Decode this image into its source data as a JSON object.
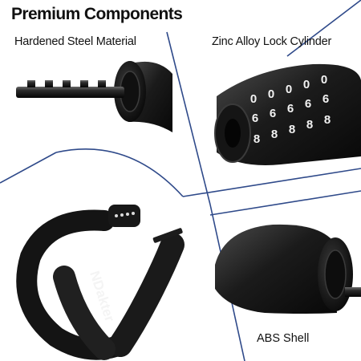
{
  "heading": "Premium Components",
  "labels": {
    "top_left": "Hardened Steel Material",
    "top_right": "Zinc Alloy Lock Cylinder",
    "bottom_right": "ABS Shell"
  },
  "brand_text": "NDakter",
  "combination_digits": [
    "0",
    "0",
    "0",
    "0",
    "0"
  ],
  "dial_rows": [
    [
      "0",
      "0",
      "0",
      "0",
      "0"
    ],
    [
      "6",
      "6",
      "6",
      "6",
      "6"
    ],
    [
      "8",
      "8",
      "8",
      "8",
      "8"
    ]
  ],
  "colors": {
    "divider": "#2f4a8a",
    "lock_body": "#1a1a1a",
    "text": "#111111",
    "background": "#ffffff"
  }
}
